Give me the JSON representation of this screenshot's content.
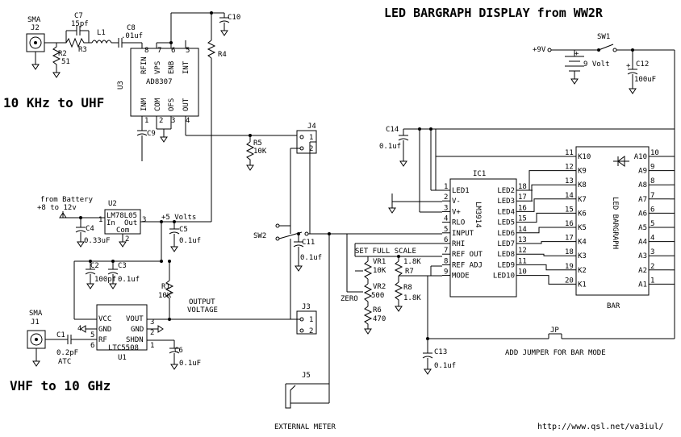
{
  "title": "LED BARGRAPH DISPLAY from WW2R",
  "band_upper": "10 KHz to UHF",
  "band_lower": "VHF to 10 GHz",
  "url": "http://www.qsl.net/va3iul/",
  "connectors": {
    "sma": "SMA",
    "j1": "J1",
    "j2": "J2",
    "j3": "J3",
    "j4": "J4",
    "j5": "J5"
  },
  "components": {
    "c7": "C7",
    "c7_val": "15pf",
    "r3": "R3",
    "l1": "L1",
    "c8": "C8",
    "c8_val": ".01uf",
    "r2": "R2",
    "r2_val": "51",
    "c10": "C10",
    "r4": "R4",
    "c9": "C9",
    "r5": "R5",
    "r5_val": "10K",
    "u3": "U3",
    "ad8307": "AD8307",
    "c14": "C14",
    "c14_val": "0.1uf",
    "c11": "C11",
    "c11_val": "0.1uf",
    "c12": "C12",
    "c12_val": "100uF",
    "sw1": "SW1",
    "sw2": "SW2",
    "battery_val": "9 Volt",
    "supply": "+9V",
    "u2": "U2",
    "lm78l05": "LM78L05",
    "in": "In",
    "out": "Out",
    "com": "Com",
    "c4": "C4",
    "c4_val": "0.33uF",
    "c5": "C5",
    "c5_val": "0.1uf",
    "plus5": "+5 Volts",
    "from_battery": "from Battery",
    "battery_range": "+8 to 12v",
    "c2": "C2",
    "c2_val": "100pf",
    "c3": "C3",
    "c3_val": "0.1uf",
    "r1": "R1",
    "r1_val": "10K",
    "output_voltage_1": "OUTPUT",
    "output_voltage_2": "VOLTAGE",
    "c1": "C1",
    "c1_val": "0.2pF",
    "atc": "ATC",
    "u1": "U1",
    "ltc5508": "LTC5508",
    "c6": "C6",
    "c6_val": "0.1uF",
    "ic1": "IC1",
    "lm3914": "LM3914",
    "set_full_scale": "SET FULL SCALE",
    "vr1": "VR1",
    "vr1_val": "10K",
    "r7": "R7",
    "r7_val": "1.8K",
    "vr2": "VR2",
    "vr2_val": "500",
    "r8": "R8",
    "r8_val": "1.8K",
    "r6": "R6",
    "r6_val": "470",
    "zero": "ZERO",
    "c13": "C13",
    "c13_val": "0.1uf",
    "jp": "JP",
    "add_jumper": "ADD JUMPER FOR BAR MODE",
    "bar": "BAR",
    "led_bargraph": "LED BARGRAPH",
    "external_meter": "EXTERNAL METER"
  },
  "u3_pins": {
    "top": [
      "8",
      "7",
      "6",
      "5"
    ],
    "top_names": [
      "RFIN",
      "VPS",
      "ENB",
      "INT"
    ],
    "bottom_names": [
      "INM",
      "COM",
      "OFS",
      "OUT"
    ],
    "bottom": [
      "1",
      "2",
      "3",
      "4"
    ]
  },
  "u1_pins": {
    "left_names": [
      "VCC",
      "GND",
      "RF"
    ],
    "left_nums": [
      "4",
      "5",
      "6"
    ],
    "right_names": [
      "VOUT",
      "GND",
      "SHDN"
    ],
    "right_nums": [
      "3",
      "2",
      "1"
    ],
    "extra_nums": [
      "4"
    ]
  },
  "u2_pins": [
    "1",
    "3",
    "2"
  ],
  "ic1_left": [
    {
      "num": "1",
      "name": "LED1"
    },
    {
      "num": "2",
      "name": "V-"
    },
    {
      "num": "3",
      "name": "V+"
    },
    {
      "num": "4",
      "name": "RLO"
    },
    {
      "num": "5",
      "name": "INPUT"
    },
    {
      "num": "6",
      "name": "RHI"
    },
    {
      "num": "7",
      "name": "REF OUT"
    },
    {
      "num": "8",
      "name": "REF ADJ"
    },
    {
      "num": "9",
      "name": "MODE"
    }
  ],
  "ic1_right": [
    {
      "num": "18",
      "name": "LED2"
    },
    {
      "num": "17",
      "name": "LED3"
    },
    {
      "num": "16",
      "name": "LED4"
    },
    {
      "num": "15",
      "name": "LED5"
    },
    {
      "num": "14",
      "name": "LED6"
    },
    {
      "num": "13",
      "name": "LED7"
    },
    {
      "num": "12",
      "name": "LED8"
    },
    {
      "num": "11",
      "name": "LED9"
    },
    {
      "num": "10",
      "name": "LED10"
    }
  ],
  "bar_left": [
    {
      "num": "11",
      "name": "K10"
    },
    {
      "num": "12",
      "name": "K9"
    },
    {
      "num": "13",
      "name": "K8"
    },
    {
      "num": "14",
      "name": "K7"
    },
    {
      "num": "15",
      "name": "K6"
    },
    {
      "num": "16",
      "name": "K5"
    },
    {
      "num": "17",
      "name": "K4"
    },
    {
      "num": "18",
      "name": "K3"
    },
    {
      "num": "19",
      "name": "K2"
    },
    {
      "num": "20",
      "name": "K1"
    }
  ],
  "bar_right": [
    {
      "num": "10",
      "name": "A10"
    },
    {
      "num": "9",
      "name": "A9"
    },
    {
      "num": "8",
      "name": "A8"
    },
    {
      "num": "7",
      "name": "A7"
    },
    {
      "num": "6",
      "name": "A6"
    },
    {
      "num": "5",
      "name": "A5"
    },
    {
      "num": "4",
      "name": "A4"
    },
    {
      "num": "3",
      "name": "A3"
    },
    {
      "num": "2",
      "name": "A2"
    },
    {
      "num": "1",
      "name": "A1"
    }
  ],
  "j_pins": [
    "1",
    "2"
  ]
}
